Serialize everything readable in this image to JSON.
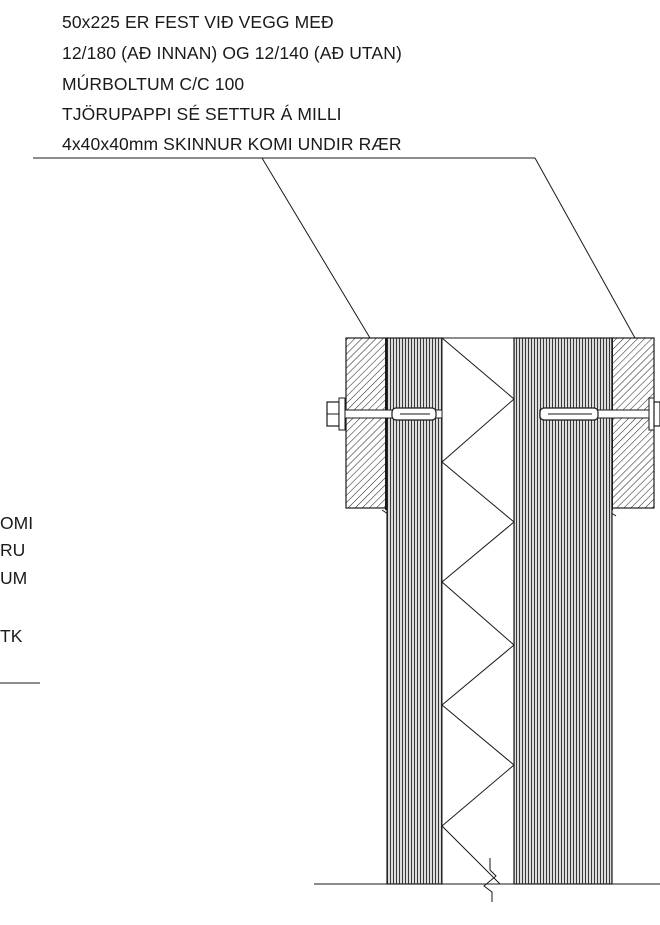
{
  "main_note": {
    "lines": [
      "50x225 ER FEST VIÐ VEGG MEÐ",
      "12/180 (AÐ INNAN) OG 12/140 (AÐ UTAN)",
      "MÚRBOLTUM C/C 100",
      "TJÖRUPAPPI SÉ SETTUR Á MILLI",
      "4x40x40mm SKINNUR KOMI UNDIR RÆR"
    ]
  },
  "side_note": {
    "lines": [
      "OMI",
      "RU",
      "UM",
      "TK"
    ]
  },
  "colors": {
    "ink": "#1a1a1a",
    "background": "#ffffff"
  }
}
